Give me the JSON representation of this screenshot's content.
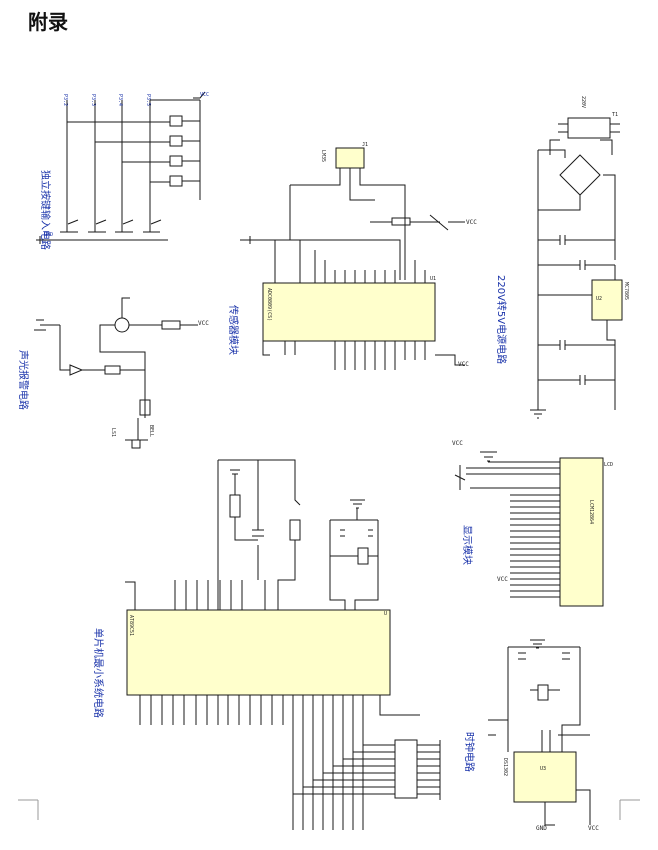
{
  "page": {
    "heading": "附录"
  },
  "blocks": [
    {
      "id": "keys",
      "title": "独立按键输入电路"
    },
    {
      "id": "sensor",
      "title": "传感器模块"
    },
    {
      "id": "power",
      "title": "220V转5V电源电路"
    },
    {
      "id": "alarm",
      "title": "声光报警电路"
    },
    {
      "id": "display",
      "title": "显示模块"
    },
    {
      "id": "mcu",
      "title": "单片机最小系统电路"
    },
    {
      "id": "clock",
      "title": "时钟电路"
    }
  ],
  "parts": {
    "adc": {
      "ref": "U1",
      "name": "ADC0809(CS)"
    },
    "mcu": {
      "ref": "U",
      "name": "AT89C51"
    },
    "lcd": {
      "ref": "LCD",
      "name": "LCM12864"
    },
    "reg": {
      "ref": "U2",
      "name": "MC7805"
    },
    "rtc": {
      "ref": "U3",
      "name": "DS1302"
    },
    "sensor": {
      "ref": "J1",
      "name": "LM35"
    },
    "transformer": {
      "ref": "T1",
      "name": "220V"
    },
    "buzzer": {
      "ref": "LS1",
      "name": "BELL"
    }
  },
  "nets": [
    "VCC",
    "GND",
    "P3.2",
    "P3.3",
    "P3.4",
    "P3.5"
  ]
}
